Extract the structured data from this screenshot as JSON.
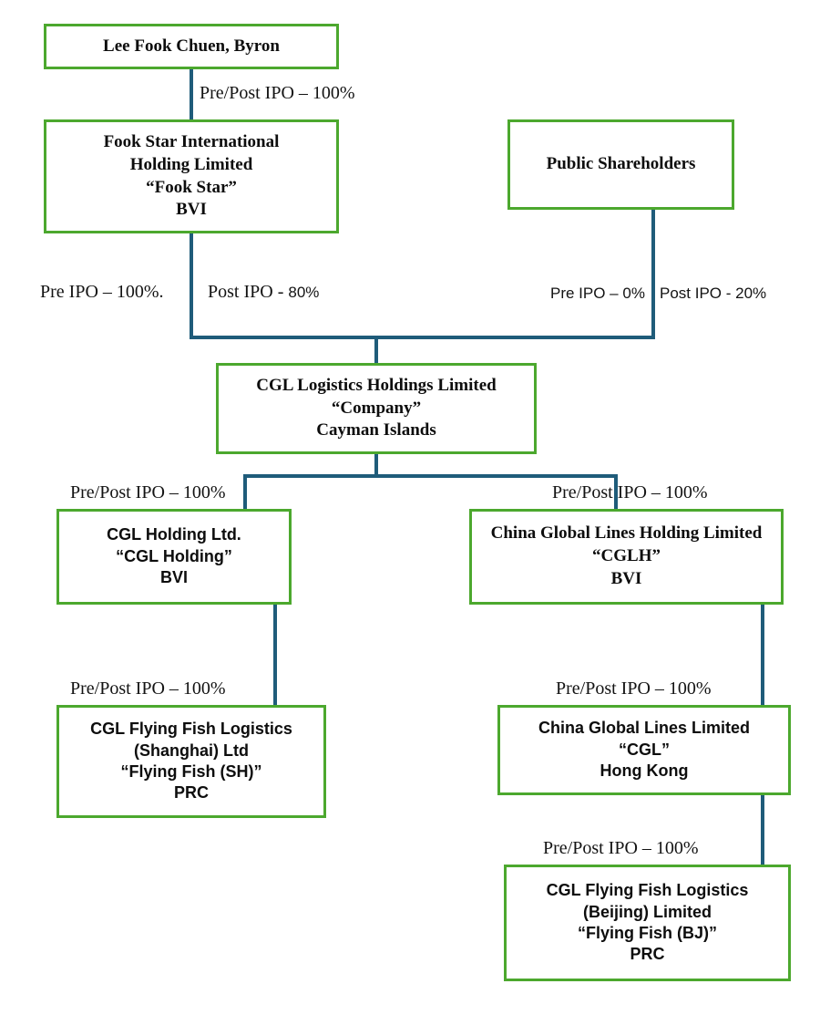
{
  "chart_data": {
    "type": "diagram",
    "title": "Corporate shareholding structure chart",
    "diagram_kind": "organizational-ownership-tree",
    "colors": {
      "node_border": "#4CA82E",
      "connector": "#1F5C7A",
      "node_fill": "#FFFFFF",
      "text": "#0D0D0D"
    },
    "nodes": [
      {
        "id": "lee-fook-chuen",
        "lines": [
          "Lee Fook Chuen, Byron"
        ],
        "style": "serif"
      },
      {
        "id": "fook-star",
        "lines": [
          "Fook Star International",
          "Holding Limited",
          "“Fook Star”",
          "BVI"
        ],
        "style": "serif"
      },
      {
        "id": "public-shareholders",
        "lines": [
          "Public Shareholders"
        ],
        "style": "serif"
      },
      {
        "id": "company",
        "lines": [
          "CGL Logistics Holdings Limited",
          "“Company”",
          "Cayman Islands"
        ],
        "style": "serif"
      },
      {
        "id": "cgl-holding",
        "lines": [
          "CGL Holding Ltd.",
          "“CGL Holding”",
          "BVI"
        ],
        "style": "sans"
      },
      {
        "id": "cglh",
        "lines": [
          "China Global Lines Holding Limited",
          "“CGLH”",
          "BVI"
        ],
        "style": "serif"
      },
      {
        "id": "flying-fish-sh",
        "lines": [
          "CGL Flying Fish Logistics",
          "(Shanghai) Ltd",
          "“Flying Fish (SH)”",
          "PRC"
        ],
        "style": "sans"
      },
      {
        "id": "cgl-hk",
        "lines": [
          "China Global Lines Limited",
          "“CGL”",
          "Hong Kong"
        ],
        "style": "sans"
      },
      {
        "id": "flying-fish-bj",
        "lines": [
          "CGL Flying Fish Logistics",
          "(Beijing) Limited",
          "“Flying Fish (BJ)”",
          "PRC"
        ],
        "style": "sans"
      }
    ],
    "edges": [
      {
        "id": "lee-to-fookstar",
        "from": "lee-fook-chuen",
        "to": "fook-star",
        "label": "Pre/Post IPO – 100%"
      },
      {
        "id": "fookstar-to-company-pre",
        "from": "fook-star",
        "to": "company",
        "label": "Pre IPO – 100%."
      },
      {
        "id": "fookstar-to-company-post",
        "from": "fook-star",
        "to": "company",
        "label_prefix": "Post IPO - ",
        "label_value": "80%"
      },
      {
        "id": "public-to-company-pre",
        "from": "public-shareholders",
        "to": "company",
        "label": "Pre IPO – 0%"
      },
      {
        "id": "public-to-company-post",
        "from": "public-shareholders",
        "to": "company",
        "label": "Post IPO - 20%"
      },
      {
        "id": "company-to-cglholding",
        "from": "company",
        "to": "cgl-holding",
        "label": "Pre/Post IPO – 100%"
      },
      {
        "id": "company-to-cglh",
        "from": "company",
        "to": "cglh",
        "label": "Pre/Post IPO – 100%"
      },
      {
        "id": "cglholding-to-ffsh",
        "from": "cgl-holding",
        "to": "flying-fish-sh",
        "label": "Pre/Post IPO – 100%"
      },
      {
        "id": "cglh-to-cglhk",
        "from": "cglh",
        "to": "cgl-hk",
        "label": "Pre/Post IPO – 100%"
      },
      {
        "id": "cglhk-to-ffbj",
        "from": "cgl-hk",
        "to": "flying-fish-bj",
        "label": "Pre/Post IPO – 100%"
      }
    ]
  },
  "nodes": {
    "lee_fook_chuen": {
      "l1": "Lee Fook Chuen, Byron"
    },
    "fook_star": {
      "l1": "Fook Star International",
      "l2": "Holding Limited",
      "l3": "“Fook Star”",
      "l4": "BVI"
    },
    "public_shareholders": {
      "l1": "Public Shareholders"
    },
    "company": {
      "l1": "CGL Logistics Holdings Limited",
      "l2": "“Company”",
      "l3": "Cayman Islands"
    },
    "cgl_holding": {
      "l1": "CGL Holding Ltd.",
      "l2": "“CGL Holding”",
      "l3": "BVI"
    },
    "cglh": {
      "l1": "China Global Lines Holding Limited",
      "l2": "“CGLH”",
      "l3": "BVI"
    },
    "flying_fish_sh": {
      "l1": "CGL Flying Fish Logistics",
      "l2": "(Shanghai) Ltd",
      "l3": "“Flying Fish (SH)”",
      "l4": "PRC"
    },
    "cgl_hk": {
      "l1": "China Global Lines Limited",
      "l2": "“CGL”",
      "l3": "Hong Kong"
    },
    "flying_fish_bj": {
      "l1": "CGL Flying Fish Logistics",
      "l2": "(Beijing) Limited",
      "l3": "“Flying Fish (BJ)”",
      "l4": "PRC"
    }
  },
  "labels": {
    "lee_to_fookstar": "Pre/Post IPO – 100%",
    "fookstar_pre": "Pre IPO – 100%.",
    "fookstar_post_prefix": "Post IPO - ",
    "fookstar_post_value": "80%",
    "public_pre": "Pre IPO – 0%",
    "public_post": "Post IPO - 20%",
    "company_to_cglholding": "Pre/Post IPO – 100%",
    "company_to_cglh": "Pre/Post IPO – 100%",
    "cglholding_to_ffsh": "Pre/Post IPO – 100%",
    "cglh_to_cglhk": "Pre/Post IPO – 100%",
    "cglhk_to_ffbj": "Pre/Post IPO – 100%"
  }
}
